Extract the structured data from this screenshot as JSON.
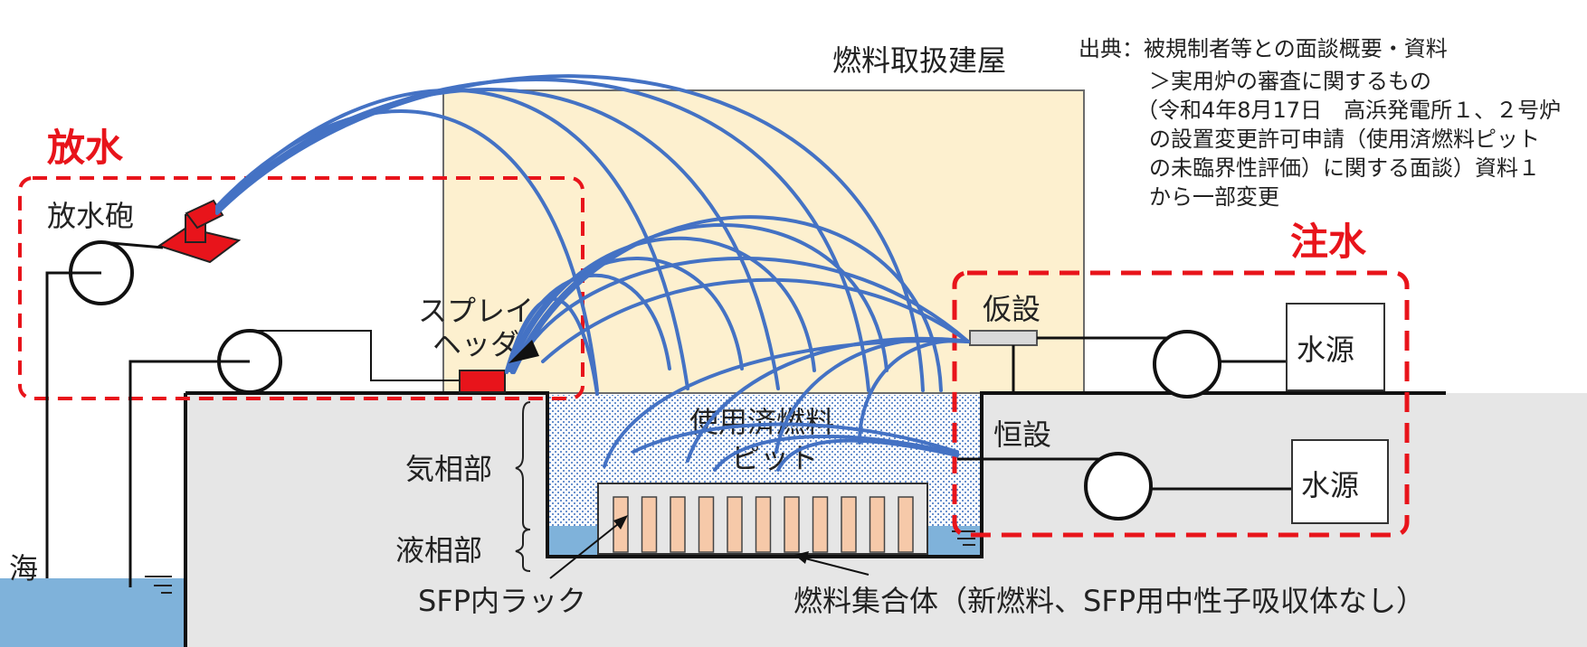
{
  "labels": {
    "building": "燃料取扱建屋",
    "discharge": "放水",
    "cannon": "放水砲",
    "spray_header_1": "スプレイ",
    "spray_header_2": "ヘッダ",
    "injection": "注水",
    "temporary": "仮設",
    "permanent": "恒設",
    "water_source_upper": "水源",
    "water_source_lower": "水源",
    "pit_1": "使用済燃料",
    "pit_2": "ピット",
    "gas_phase": "気相部",
    "liquid_phase": "液相部",
    "sea": "海",
    "sfp_rack": "SFP内ラック",
    "fuel_assembly": "燃料集合体（新燃料、SFP用中性子吸収体なし）"
  },
  "source": {
    "line1": "出典：被規制者等との面談概要・資料",
    "line2": "＞実用炉の審査に関するもの",
    "line3": "（令和4年8月17日　高浜発電所１、２号炉",
    "line4": "の設置変更許可申請（使用済燃料ピット",
    "line5": "の未臨界性評価）に関する面談）資料１",
    "line6": "から一部変更"
  },
  "colors": {
    "accent_red": "#e8141b",
    "spray_blue": "#4472c4",
    "water_blue": "#7fb2da",
    "building_fill": "#fdf0cf",
    "ground_fill": "#e6e6e6",
    "fuel_fill": "#f6c9a9"
  },
  "fuel_assembly_count": 11
}
